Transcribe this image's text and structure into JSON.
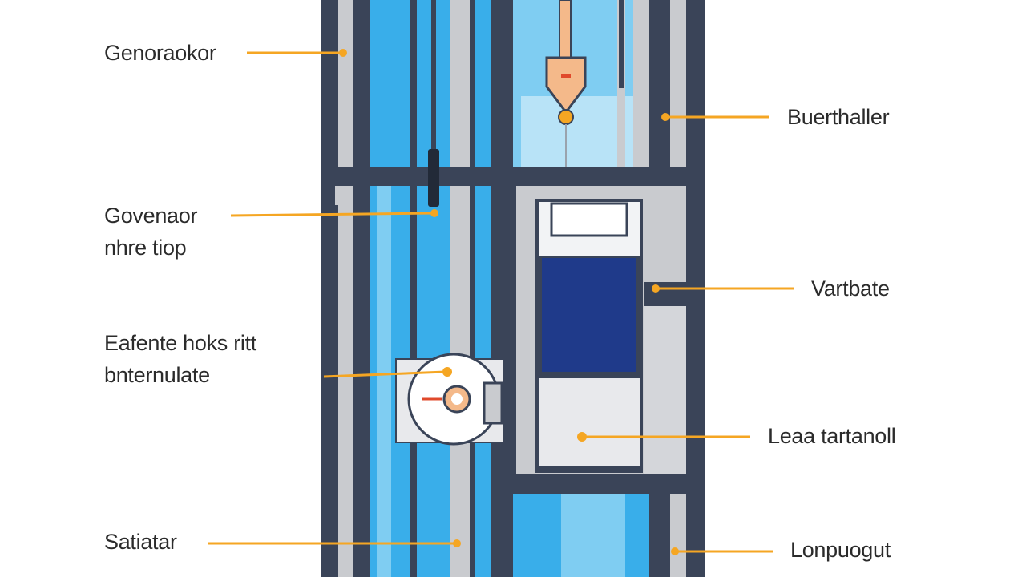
{
  "diagram": {
    "colors": {
      "frame": "#3a4458",
      "sky": "#39aeea",
      "sky_light": "#a8dcf5",
      "steel": "#c9cbcf",
      "cabin_panel": "#1f3a8a",
      "leader": "#f5a623",
      "weight": "#f4b98a"
    },
    "labels": {
      "top_left": "Genoraokor",
      "governor": [
        "Govenaor",
        "nhre tiop"
      ],
      "brake": [
        "Eafente hoks ritt",
        "bnternulate"
      ],
      "bottom_left": "Satiatar",
      "top_right": "Buerthaller",
      "mid_right": "Vartbate",
      "lower_right": "Leaa tartanoll",
      "bottom_right": "Lonpuogut"
    }
  }
}
